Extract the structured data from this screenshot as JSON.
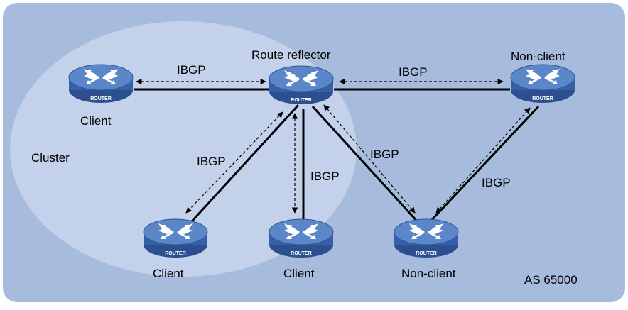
{
  "diagram": {
    "as_label": "AS 65000",
    "cluster_label": "Cluster",
    "router_badge": "ROUTER",
    "routers": [
      {
        "id": "rr",
        "label": "Route reflector"
      },
      {
        "id": "client1",
        "label": "Client"
      },
      {
        "id": "client2",
        "label": "Client"
      },
      {
        "id": "client3",
        "label": "Client"
      },
      {
        "id": "nonclient1",
        "label": "Non-client"
      },
      {
        "id": "nonclient2",
        "label": "Non-client"
      }
    ],
    "links": [
      {
        "from": "client1",
        "to": "rr",
        "label": "IBGP"
      },
      {
        "from": "rr",
        "to": "nonclient1",
        "label": "IBGP"
      },
      {
        "from": "rr",
        "to": "client2",
        "label": "IBGP"
      },
      {
        "from": "rr",
        "to": "client3",
        "label": "IBGP"
      },
      {
        "from": "rr",
        "to": "nonclient2",
        "label": "IBGP"
      },
      {
        "from": "nonclient2",
        "to": "nonclient1",
        "label": "IBGP"
      }
    ],
    "colors": {
      "as_area": "#a7bbdc",
      "cluster_area": "#c4d1ea",
      "router_body": "#3560a5",
      "router_top": "#5b87c9",
      "link": "#000000"
    }
  }
}
